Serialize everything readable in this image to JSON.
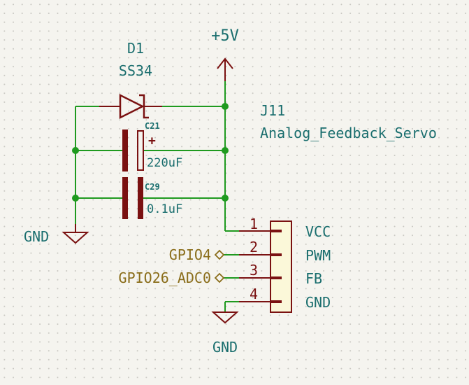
{
  "colors": {
    "background": "#f5f4ef",
    "wire": "#1f9a1f",
    "component": "#7a1111",
    "reference_text": "#1a6e6e",
    "net_label": "#8a6d1a",
    "junction": "#1f9a1f"
  },
  "power": {
    "vcc_label": "+5V",
    "gnd_left_label": "GND",
    "gnd_bottom_label": "GND"
  },
  "diode": {
    "ref": "D1",
    "value": "SS34"
  },
  "cap_c21": {
    "ref": "C21",
    "value": "220uF",
    "polarity": "+"
  },
  "cap_c29": {
    "ref": "C29",
    "value": "0.1uF"
  },
  "connector": {
    "ref": "J11",
    "value": "Analog_Feedback_Servo",
    "pins": [
      {
        "number": "1",
        "name": "VCC"
      },
      {
        "number": "2",
        "name": "PWM"
      },
      {
        "number": "3",
        "name": "FB"
      },
      {
        "number": "4",
        "name": "GND"
      }
    ]
  },
  "net_labels": {
    "pwm_net": "GPIO4",
    "fb_net": "GPIO26_ADC0"
  }
}
